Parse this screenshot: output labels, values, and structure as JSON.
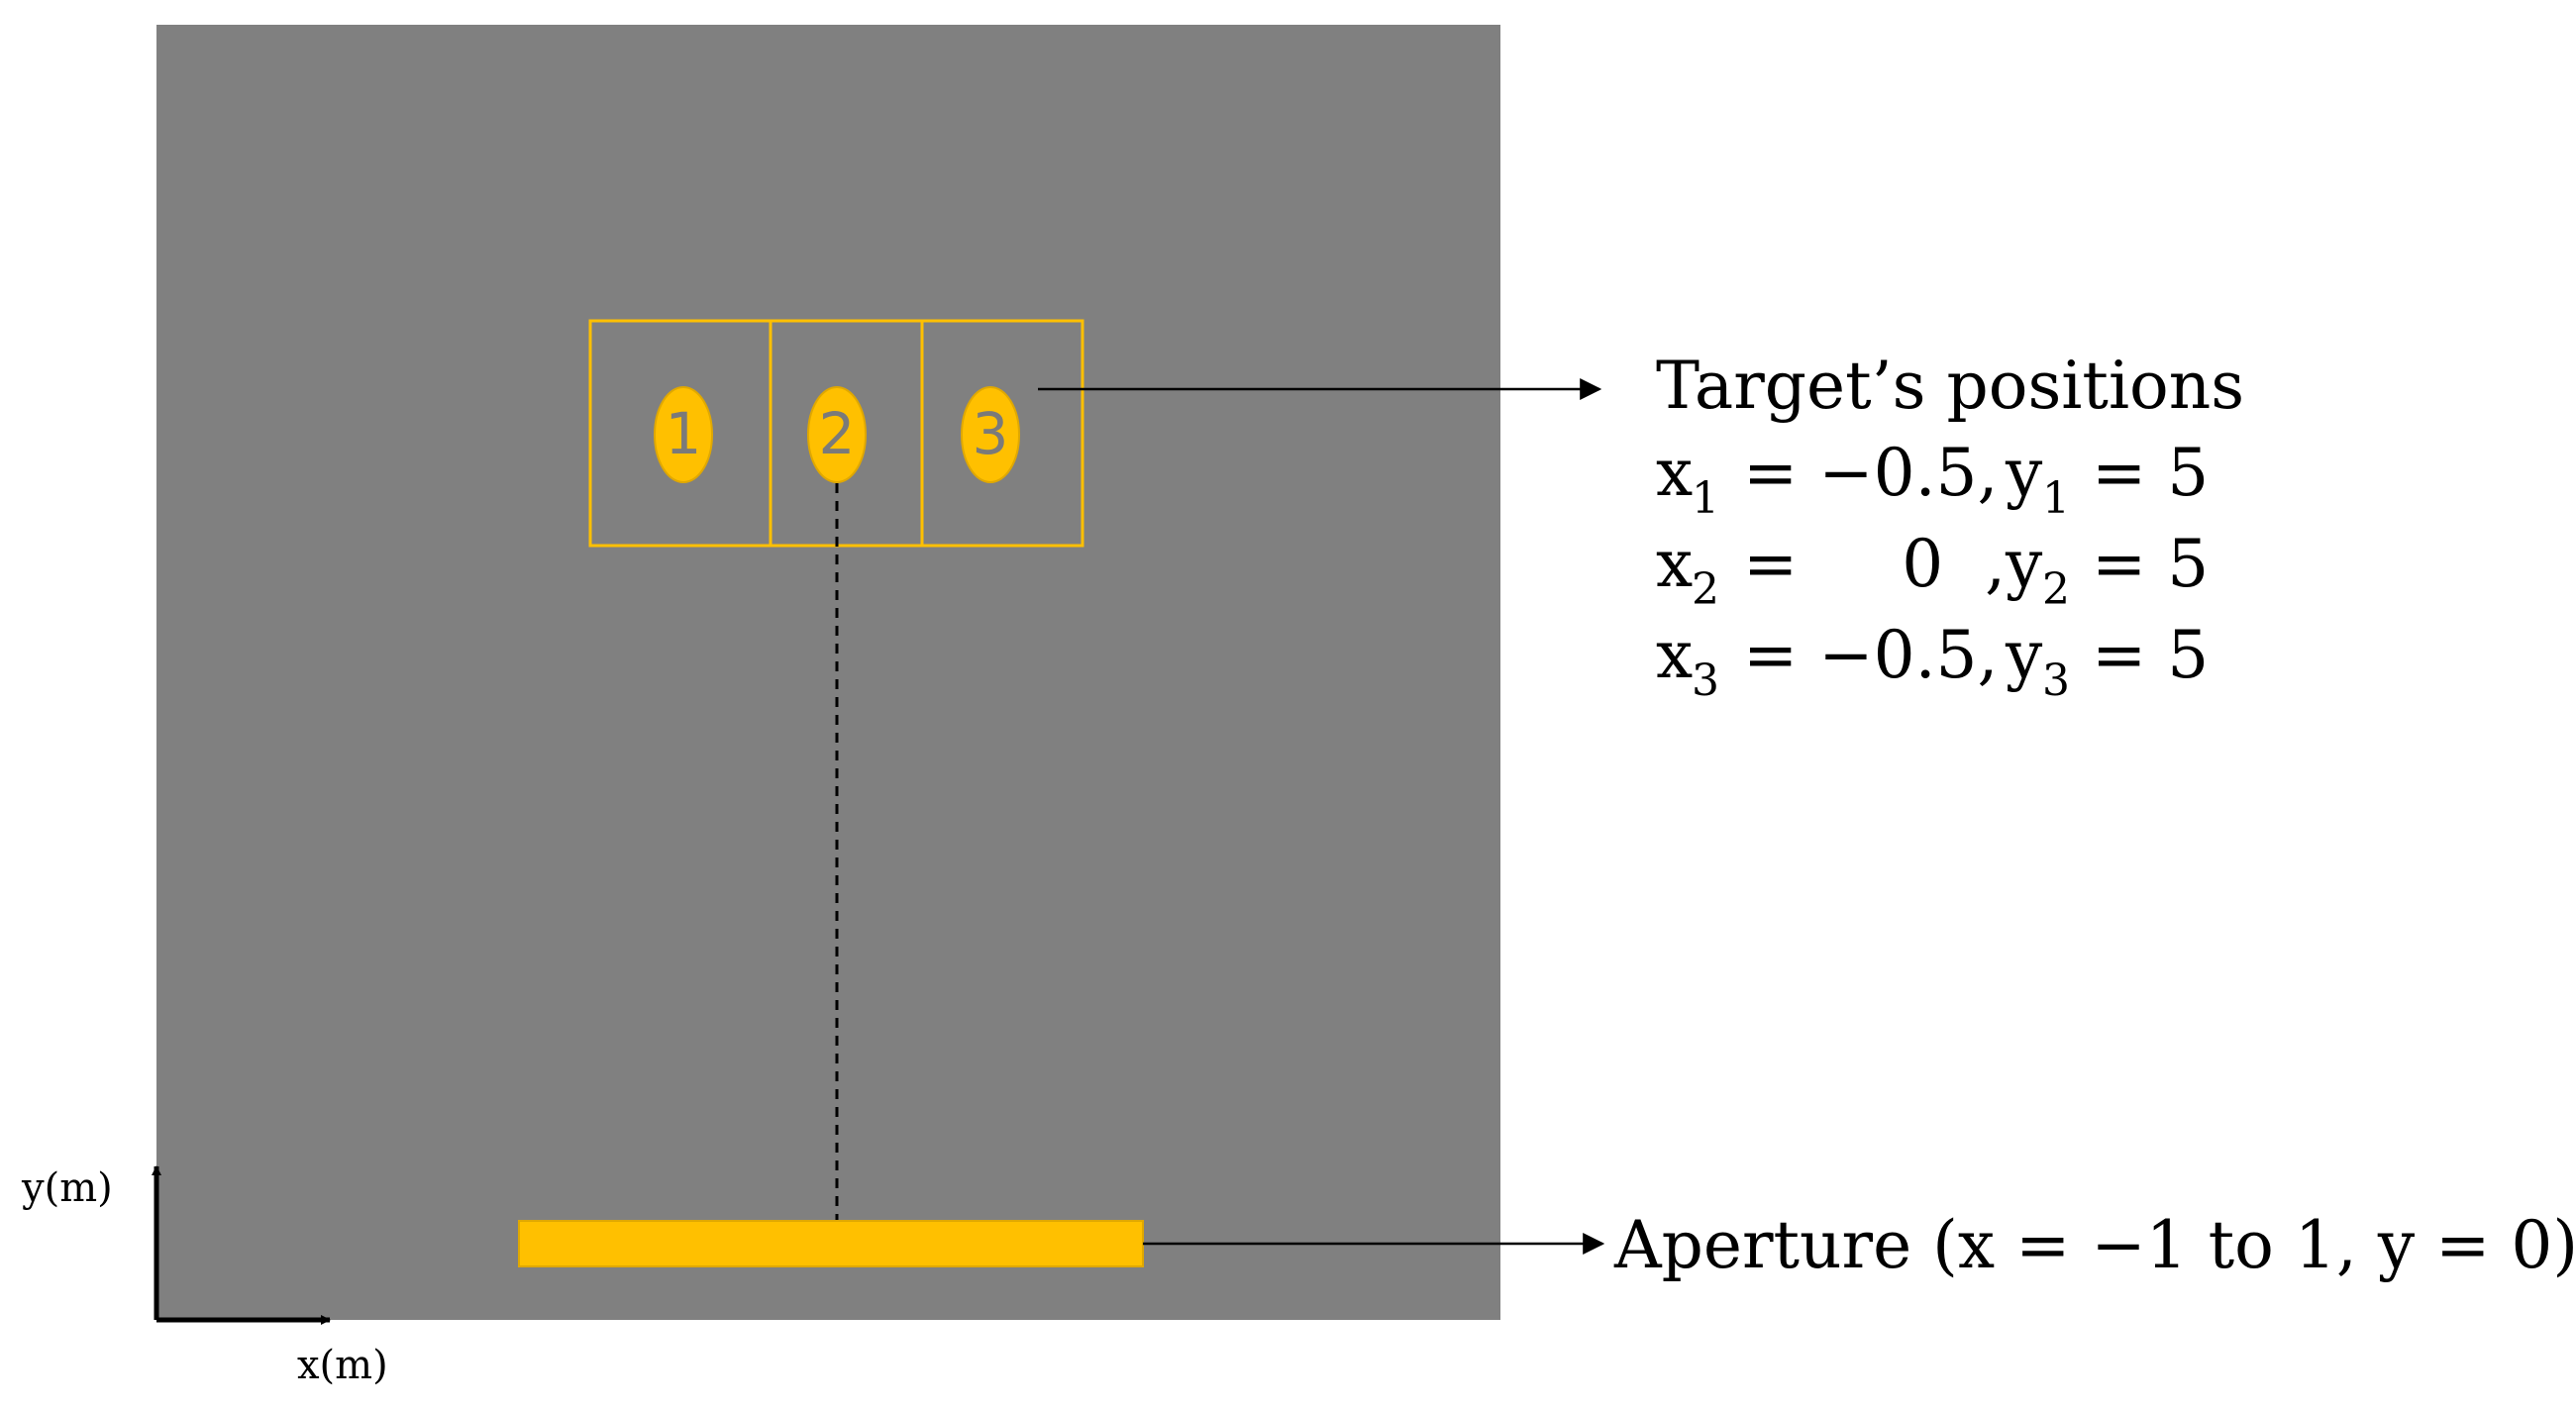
{
  "colors": {
    "background": "#ffffff",
    "panel": "#808080",
    "target": "#ffc000",
    "target_number": "#7a7a7a",
    "line": "#000000"
  },
  "targets": [
    {
      "label": "1"
    },
    {
      "label": "2"
    },
    {
      "label": "3"
    }
  ],
  "target_positions": {
    "title": "Target’s positions",
    "rows": [
      {
        "x_var": "x",
        "x_sub": "1",
        "x_val": "= −0.5,",
        "y_var": "y",
        "y_sub": "1",
        "y_val": "= 5"
      },
      {
        "x_var": "x",
        "x_sub": "2",
        "x_val": "=     0  ,",
        "y_var": "y",
        "y_sub": "2",
        "y_val": "= 5"
      },
      {
        "x_var": "x",
        "x_sub": "3",
        "x_val": "= −0.5,",
        "y_var": "y",
        "y_sub": "3",
        "y_val": "= 5"
      }
    ]
  },
  "aperture": {
    "label": "Aperture (x = −1 to 1, y = 0)"
  },
  "axes": {
    "x_label": "x(m)",
    "y_label": "y(m)"
  }
}
